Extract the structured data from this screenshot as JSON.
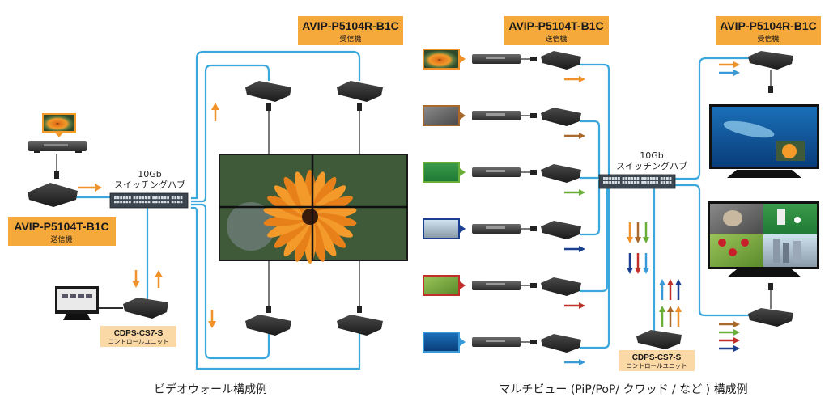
{
  "labels": {
    "left_tx": {
      "model": "AVIP-P5104T-B1C",
      "sub": "送信機"
    },
    "left_rx": {
      "model": "AVIP-P5104R-B1C",
      "sub": "受信機"
    },
    "right_tx": {
      "model": "AVIP-P5104T-B1C",
      "sub": "送信機"
    },
    "right_rx": {
      "model": "AVIP-P5104R-B1C",
      "sub": "受信機"
    },
    "left_control": {
      "model": "CDPS-CS7-S",
      "sub": "コントロールユニット"
    },
    "right_control": {
      "model": "CDPS-CS7-S",
      "sub": "コントロールユニット"
    }
  },
  "hubs": {
    "left": {
      "line1": "10Gb",
      "line2": "スイッチングハブ"
    },
    "right": {
      "line1": "10Gb",
      "line2": "スイッチングハブ"
    }
  },
  "captions": {
    "left": "ビデオウォール構成例",
    "right": "マルチビュー (PiP/PoP/ クワッド / など ) 構成例"
  },
  "colors": {
    "label_bg": "#f6a93b",
    "control_label_bg": "#fbd9a6",
    "cable": "#3aa8dc",
    "orange": "#f0922a",
    "brown": "#a8692a",
    "green": "#6aae3a",
    "navy": "#1a3f8f",
    "red": "#c0302a",
    "lightblue": "#3a9ad8"
  },
  "sources": [
    {
      "name": "flower",
      "color": "orange"
    },
    {
      "name": "cat",
      "color": "brown"
    },
    {
      "name": "soccer",
      "color": "green"
    },
    {
      "name": "city",
      "color": "navy"
    },
    {
      "name": "cherries",
      "color": "red"
    },
    {
      "name": "whale",
      "color": "lightblue"
    }
  ]
}
